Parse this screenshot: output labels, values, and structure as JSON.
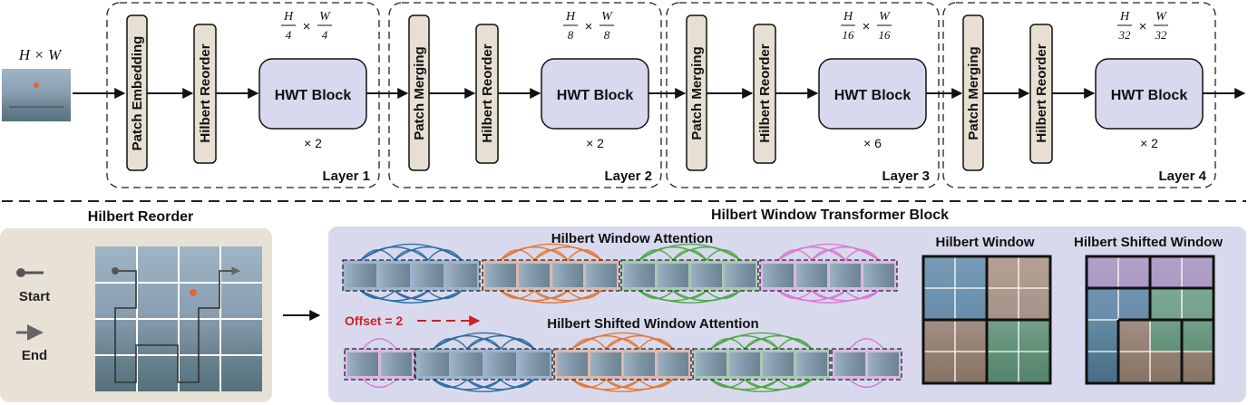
{
  "input": {
    "dims": "H × W"
  },
  "layers": [
    {
      "first_label": "Patch Embedding",
      "reorder_label": "Hilbert Reorder",
      "block_label": "HWT Block",
      "frac_num": "H",
      "frac_div": "4",
      "frac_num2": "W",
      "frac_div2": "4",
      "times": "×",
      "repeat": "× 2",
      "label": "Layer 1"
    },
    {
      "first_label": "Patch Merging",
      "reorder_label": "Hilbert Reorder",
      "block_label": "HWT Block",
      "frac_num": "H",
      "frac_div": "8",
      "frac_num2": "W",
      "frac_div2": "8",
      "times": "×",
      "repeat": "× 2",
      "label": "Layer 2"
    },
    {
      "first_label": "Patch Merging",
      "reorder_label": "Hilbert Reorder",
      "block_label": "HWT Block",
      "frac_num": "H",
      "frac_div": "16",
      "frac_num2": "W",
      "frac_div2": "16",
      "times": "×",
      "repeat": "× 6",
      "label": "Layer 3"
    },
    {
      "first_label": "Patch Merging",
      "reorder_label": "Hilbert Reorder",
      "block_label": "HWT Block",
      "frac_num": "H",
      "frac_div": "32",
      "frac_num2": "W",
      "frac_div2": "32",
      "times": "×",
      "repeat": "× 2",
      "label": "Layer 4"
    }
  ],
  "reorder_panel": {
    "title": "Hilbert Reorder",
    "legend_start": "Start",
    "legend_end": "End"
  },
  "hwt_panel": {
    "title": "Hilbert Window Transformer Block",
    "attention_label": "Hilbert Window Attention",
    "offset_label": "Offset = 2",
    "shifted_attention_label": "Hilbert Shifted Window Attention",
    "window_label": "Hilbert Window",
    "shifted_window_label": "Hilbert Shifted Window"
  },
  "colors": {
    "block_fill": "#d8d8ee",
    "label_box_fill": "#e6dfd2",
    "panel_left": "#e8e1d6",
    "panel_right": "#d9d9ee",
    "blue": "#2f6e9f",
    "orange": "#e07a3a",
    "green": "#4fa84a",
    "pink": "#d77bd1",
    "offset_red": "#cc2222"
  }
}
